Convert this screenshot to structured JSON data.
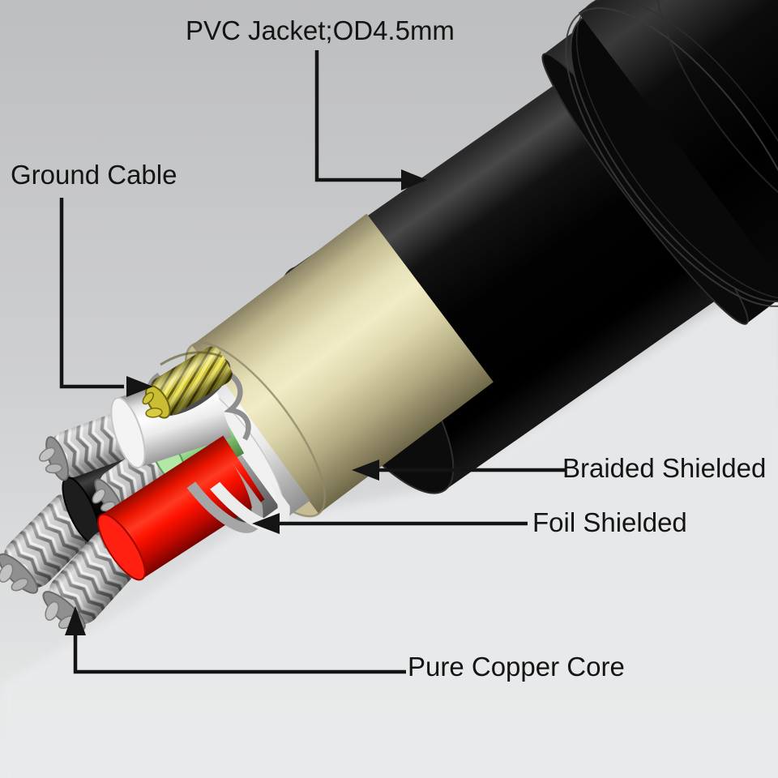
{
  "diagram": {
    "type": "cable-cutaway-illustration",
    "labels": {
      "pvc_jacket": "PVC Jacket;OD4.5mm",
      "ground_cable": "Ground Cable",
      "braided_shield": "Braided Shielded",
      "foil_shield": "Foil Shielded",
      "copper_core": "Pure Copper Core"
    },
    "colors": {
      "background_top": "#bdbec0",
      "background_bottom": "#e9eaea",
      "pvc_jacket": "#0a0a0a",
      "inner_sheath": "#e8e2ba",
      "braided_shield": "#f2f2f2",
      "foil_shield": "#a8a8a8",
      "ground_wire": "#d8ca39",
      "wire_white": "#f2f2f2",
      "wire_green": "#a5e49a",
      "wire_black": "#161616",
      "wire_red": "#ff1505",
      "copper_strand": "#c8c8c8",
      "annotation_text": "#141414"
    }
  }
}
